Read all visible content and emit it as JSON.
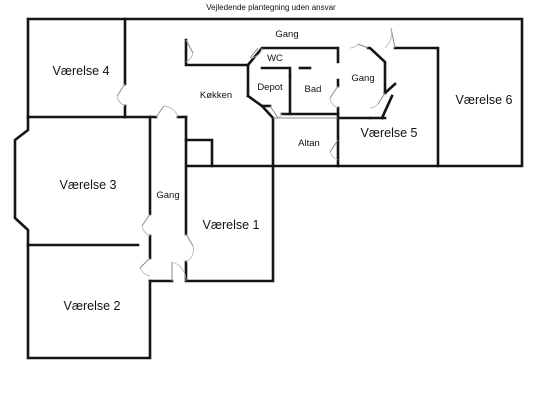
{
  "caption": "Vejledende plantegning uden ansvar",
  "rooms": {
    "vaerelse1": "Værelse 1",
    "vaerelse2": "Værelse 2",
    "vaerelse3": "Værelse 3",
    "vaerelse4": "Værelse 4",
    "vaerelse5": "Værelse 5",
    "vaerelse6": "Værelse 6",
    "koekken": "Køkken",
    "depot": "Depot",
    "wc": "WC",
    "bad": "Bad",
    "altan": "Altan",
    "gang_top": "Gang",
    "gang_right": "Gang",
    "gang_left": "Gang"
  },
  "colors": {
    "wall": "#151515",
    "door": "#8a8a8a",
    "background": "#ffffff"
  }
}
